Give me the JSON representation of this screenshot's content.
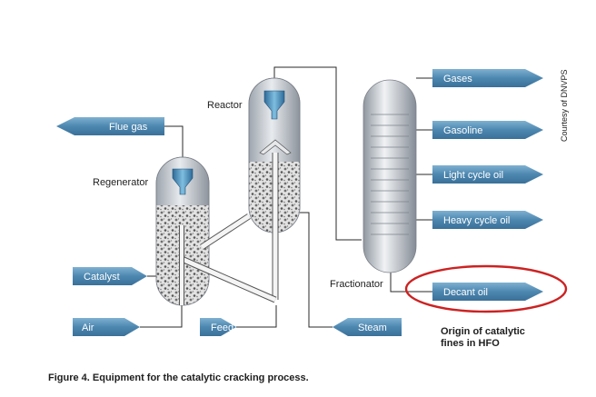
{
  "labels": {
    "reactor": "Reactor",
    "regenerator": "Regenerator",
    "fractionator": "Fractionator",
    "origin_line1": "Origin of catalytic",
    "origin_line2": "fines in HFO"
  },
  "streams": {
    "flue_gas": "Flue gas",
    "catalyst": "Catalyst",
    "air": "Air",
    "feed": "Feed",
    "steam": "Steam",
    "gases": "Gases",
    "gasoline": "Gasoline",
    "light_cycle_oil": "Light cycle oil",
    "heavy_cycle_oil": "Heavy cycle oil",
    "decant_oil": "Decant oil"
  },
  "caption": "Figure 4. Equipment for the catalytic cracking process.",
  "credit": "Courtesy of DNVPS",
  "colors": {
    "arrow_fill": "#5b93b8",
    "vessel_gray": "#c8ccd2",
    "highlight_ellipse": "#cc2222"
  }
}
